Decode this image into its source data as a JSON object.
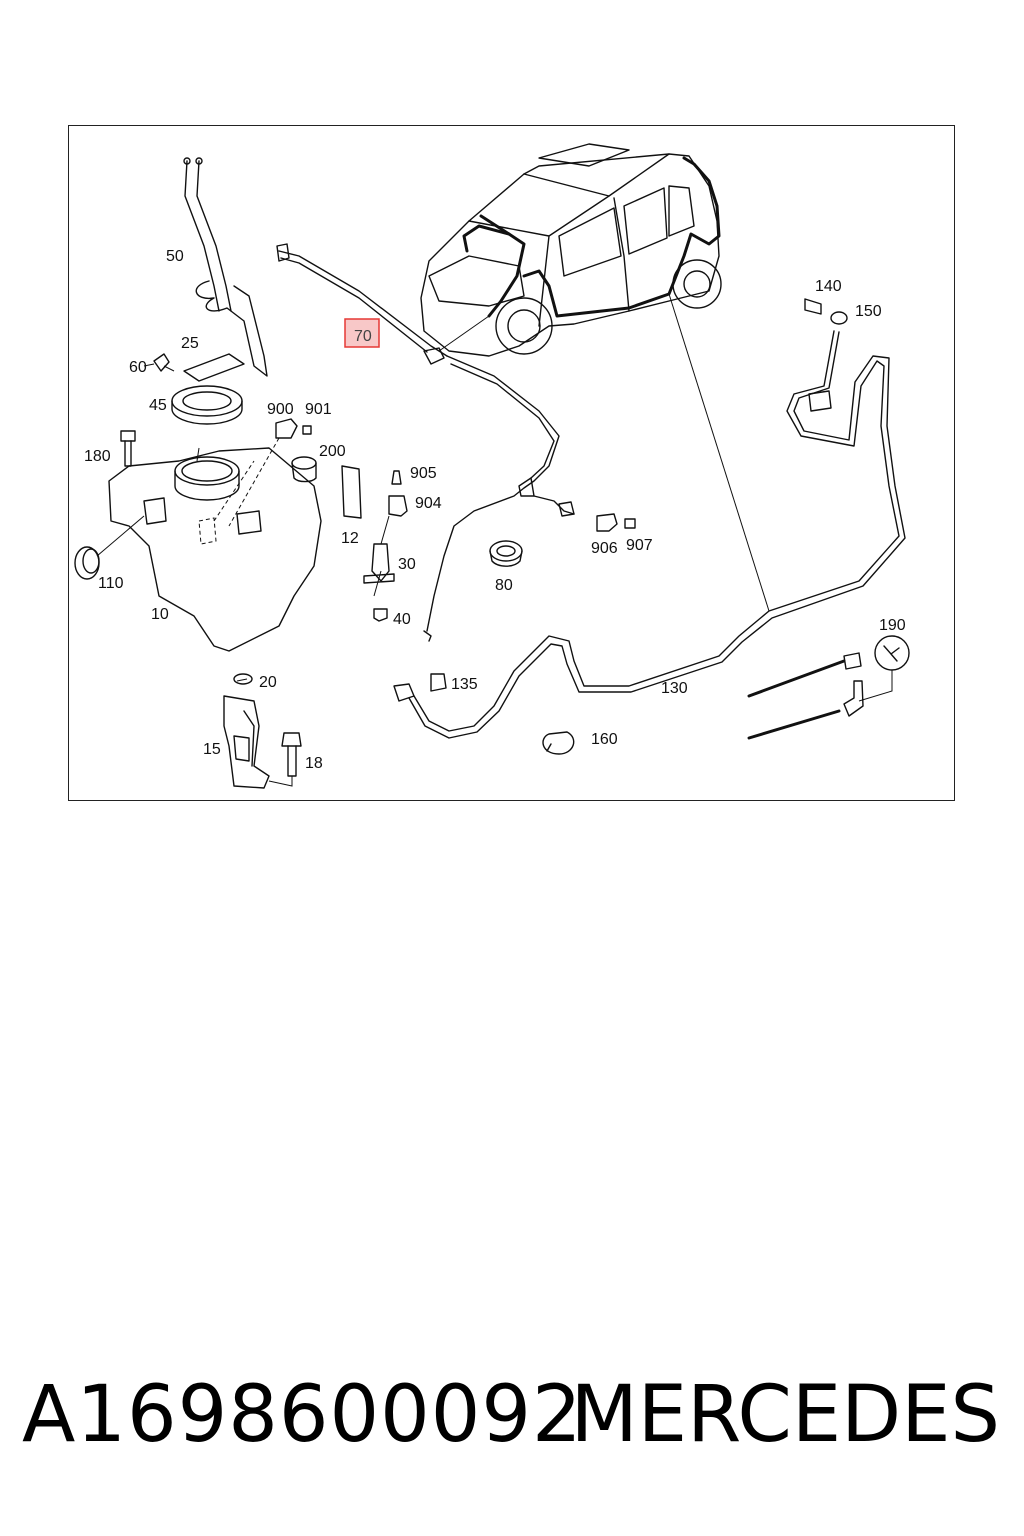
{
  "diagram": {
    "highlighted_label": "70",
    "highlight_colors": {
      "border": "#e53935",
      "fill": "#f8c8c8"
    },
    "labels": {
      "l50": "50",
      "l25": "25",
      "l60": "60",
      "l45": "45",
      "l180": "180",
      "l900": "900",
      "l901": "901",
      "l200": "200",
      "l905": "905",
      "l904": "904",
      "l12": "12",
      "l30": "30",
      "l40": "40",
      "l110": "110",
      "l10": "10",
      "l20": "20",
      "l15": "15",
      "l18": "18",
      "l80": "80",
      "l906": "906",
      "l907": "907",
      "l135": "135",
      "l160": "160",
      "l130": "130",
      "l140": "140",
      "l150": "150",
      "l190": "190"
    }
  },
  "footer": {
    "part_number": "A1698600092",
    "brand": "MERCEDES"
  }
}
